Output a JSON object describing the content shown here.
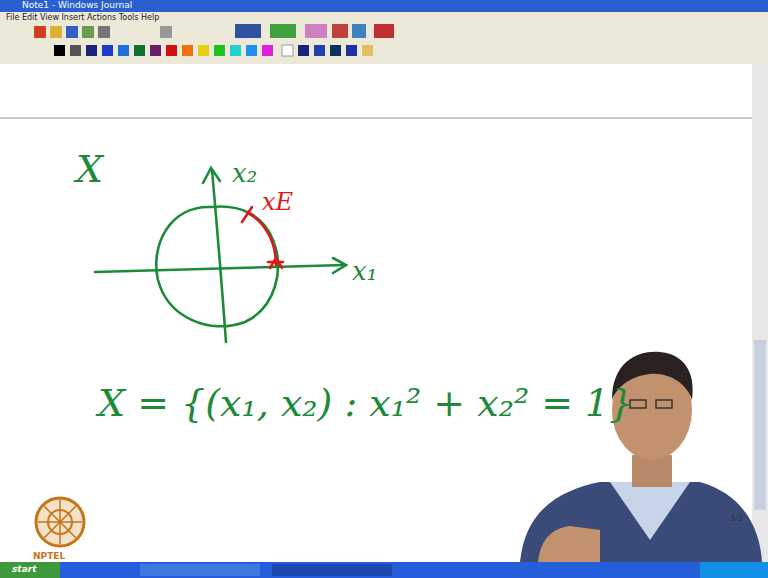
{
  "diagram": {
    "labels": [
      "Note1 - Windows Journal",
      "File Edit View Insert Actions Tools Help",
      "X",
      "x₂",
      "x₁",
      "xE",
      "X = {(x₁, x₂) : x₁² + x₂² = 1}",
      "NPTEL",
      "start",
      "3/3"
    ]
  }
}
